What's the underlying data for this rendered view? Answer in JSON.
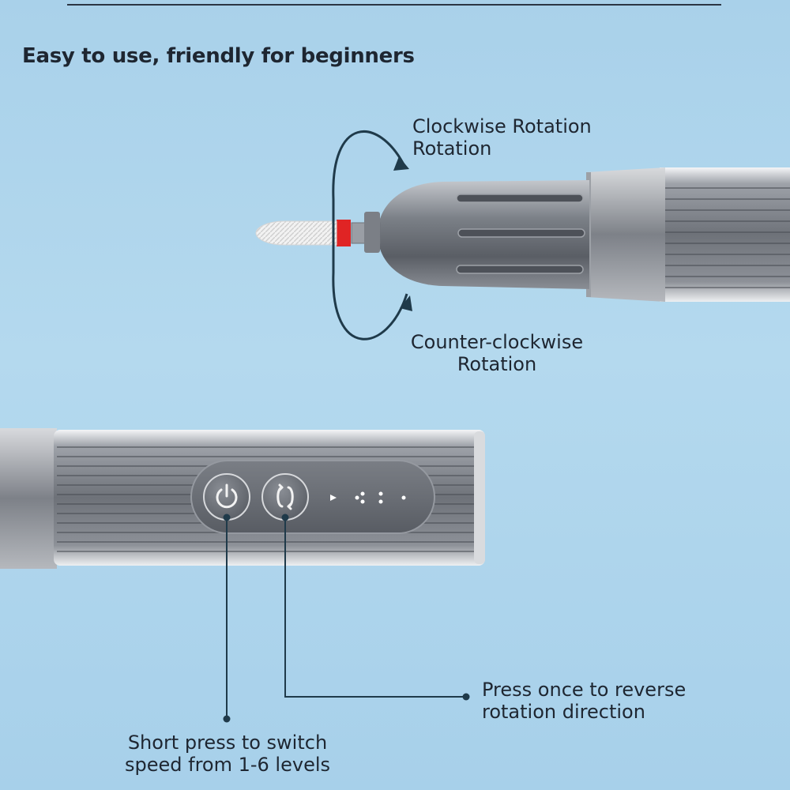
{
  "headline": "Easy to use, friendly for beginners",
  "annotations": {
    "clockwise": {
      "line1": "Clockwise Rotation",
      "line2": "Rotation"
    },
    "counter_clockwise": {
      "line1": "Counter-clockwise",
      "line2": "Rotation"
    },
    "reverse_button": {
      "line1": "Press once to reverse",
      "line2": "rotation direction"
    },
    "power_button": {
      "line1": "Short press to switch",
      "line2": "speed from 1-6 levels"
    }
  },
  "colors": {
    "background": "#b0d6ec",
    "annotation_line": "#1f3a4a",
    "metal_dark": "#5f636a",
    "metal_light": "#c9ccd1",
    "collar_accent": "#e02424"
  },
  "icons": {
    "power_button": "power-icon",
    "reverse_button": "reverse-rotation-icon"
  }
}
